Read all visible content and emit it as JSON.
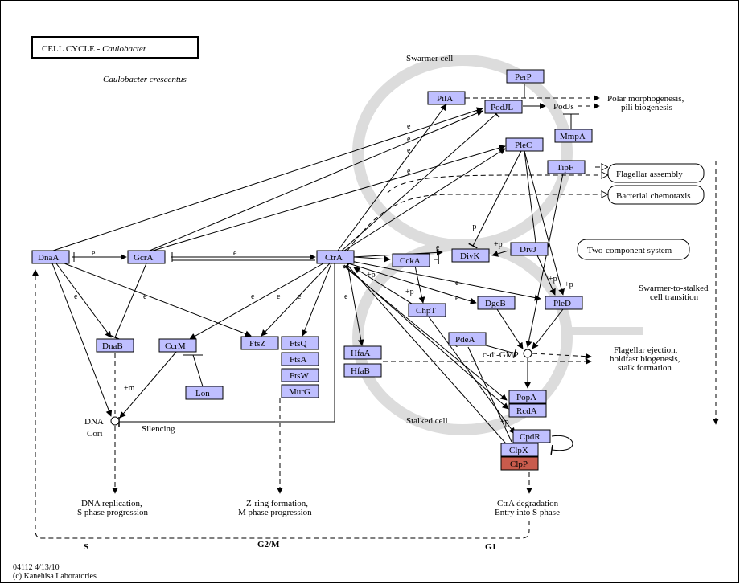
{
  "title": {
    "prefix": "CELL CYCLE - ",
    "organism_italic": "Caulobacter"
  },
  "organism": "Caulobacter crescentus",
  "cell_labels": {
    "swarmer": "Swarmer cell",
    "stalked": "Stalked cell"
  },
  "genes": {
    "DnaA": "DnaA",
    "GcrA": "GcrA",
    "CtrA": "CtrA",
    "DnaB": "DnaB",
    "CcrM": "CcrM",
    "Lon": "Lon",
    "FtsZ": "FtsZ",
    "FtsQ": "FtsQ",
    "FtsA": "FtsA",
    "FtsW": "FtsW",
    "MurG": "MurG",
    "HfaA": "HfaA",
    "HfaB": "HfaB",
    "CckA": "CckA",
    "ChpT": "ChpT",
    "DivK": "DivK",
    "DivJ": "DivJ",
    "DgcB": "DgcB",
    "PleD": "PleD",
    "PdeA": "PdeA",
    "PopA": "PopA",
    "RcdA": "RcdA",
    "CpdR": "CpdR",
    "ClpX": "ClpX",
    "ClpP": "ClpP",
    "PilA": "PilA",
    "PodJL": "PodJL",
    "PerP": "PerP",
    "MmpA": "MmpA",
    "PleC": "PleC",
    "TipF": "TipF"
  },
  "maps": {
    "flagellar_assembly": "Flagellar assembly",
    "bacterial_chemotaxis": "Bacterial chemotaxis",
    "two_component": "Two-component system"
  },
  "text": {
    "polar_line1": "Polar morphogenesis,",
    "polar_line2": "pili biogenesis",
    "podjs": "PodJs",
    "flag_ej_1": "Flagellar ejection,",
    "flag_ej_2": "holdfast biogenesis,",
    "flag_ej_3": "stalk formation",
    "transition_1": "Swarmer-to-stalked",
    "transition_2": "cell transition",
    "cdigmp": "c-di-GMP",
    "dna": "DNA",
    "cori": "Cori",
    "silencing": "Silencing",
    "dna_rep_1": "DNA replication,",
    "dna_rep_2": "S phase progression",
    "zring_1": "Z-ring formation,",
    "zring_2": "M phase progression",
    "ctra_deg_1": "CtrA degradation",
    "ctra_deg_2": "Entry into S phase",
    "phase_s": "S",
    "phase_g2m": "G2/M",
    "phase_g1": "G1",
    "footer_id": "04112 4/13/10",
    "footer_copy": "(c) Kanehisa Laboratories"
  },
  "edge_labels": {
    "e": "e",
    "p_minus": "-p",
    "p_plus": "+p",
    "m_plus": "+m"
  }
}
